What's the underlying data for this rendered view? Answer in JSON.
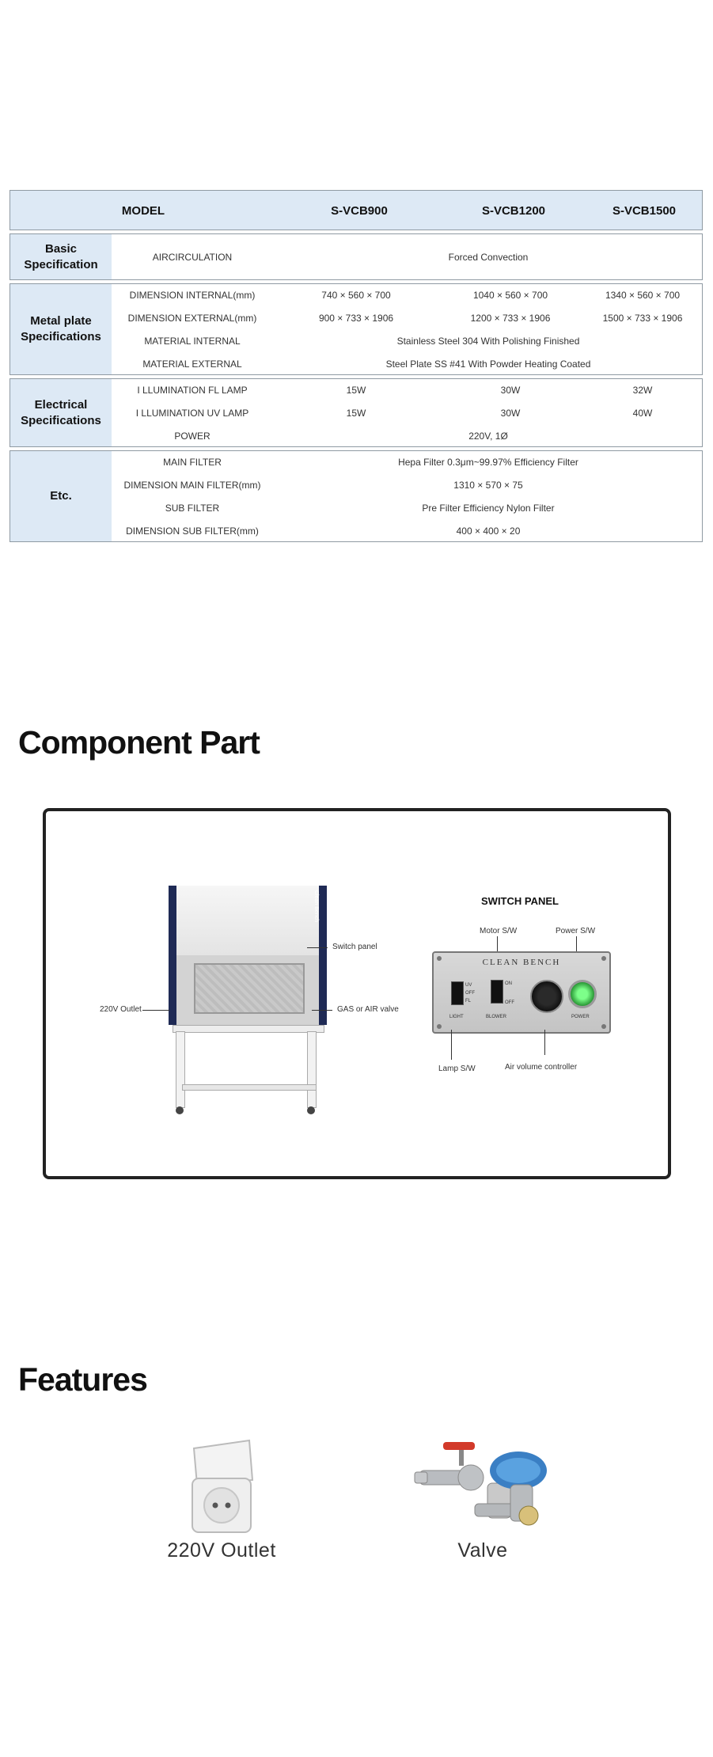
{
  "spec_table": {
    "header": {
      "label": "MODEL",
      "models": [
        "S-VCB900",
        "S-VCB1200",
        "S-VCB1500"
      ]
    },
    "groups": [
      {
        "title": "Basic Specification",
        "rows": [
          {
            "label": "AIRCIRCULATION",
            "value": "Forced Convection"
          }
        ]
      },
      {
        "title": "Metal plate Specifications",
        "rows": [
          {
            "label": "DIMENSION INTERNAL(mm)",
            "values": [
              "740 × 560 × 700",
              "1040 × 560 × 700",
              "1340 × 560 × 700"
            ]
          },
          {
            "label": "DIMENSION EXTERNAL(mm)",
            "values": [
              "900 × 733 × 1906",
              "1200 × 733 × 1906",
              "1500 × 733 × 1906"
            ]
          },
          {
            "label": "MATERIAL INTERNAL",
            "value": "Stainless Steel 304 With Polishing Finished"
          },
          {
            "label": "MATERIAL EXTERNAL",
            "value": "Steel Plate SS #41 With Powder Heating Coated"
          }
        ]
      },
      {
        "title": "Electrical Specifications",
        "rows": [
          {
            "label": "I LLUMINATION FL LAMP",
            "values": [
              "15W",
              "30W",
              "32W"
            ]
          },
          {
            "label": "I LLUMINATION UV LAMP",
            "values": [
              "15W",
              "30W",
              "40W"
            ]
          },
          {
            "label": "POWER",
            "value": "220V, 1Ø"
          }
        ]
      },
      {
        "title": "Etc.",
        "rows": [
          {
            "label": "MAIN FILTER",
            "value": "Hepa Filter 0.3μm~99.97% Efficiency Filter"
          },
          {
            "label": "DIMENSION MAIN FILTER(mm)",
            "value": "1310 × 570 × 75"
          },
          {
            "label": "SUB FILTER",
            "value": "Pre Filter Efficiency Nylon Filter"
          },
          {
            "label": "DIMENSION SUB FILTER(mm)",
            "value": "400 × 400 × 20"
          }
        ]
      }
    ]
  },
  "component_section": {
    "title": "Component Part",
    "cabinet": {
      "brand_text": "Clean Bench",
      "annotations": {
        "switch_panel": "Switch panel",
        "outlet": "220V Outlet",
        "gas_valve": "GAS or AIR valve"
      }
    },
    "switch_panel": {
      "title": "SWITCH PANEL",
      "plate_text": "CLEAN BENCH",
      "annotations": {
        "motor": "Motor S/W",
        "power": "Power S/W",
        "lamp": "Lamp S/W",
        "air": "Air volume controller"
      },
      "labels": {
        "light": "LIGHT",
        "blower": "BLOWER",
        "power": "POWER",
        "uv": "UV",
        "off": "OFF",
        "fl": "FL",
        "on": "ON"
      }
    }
  },
  "features_section": {
    "title": "Features",
    "items": [
      {
        "caption": "220V Outlet",
        "icon": "outlet-icon"
      },
      {
        "caption": "Valve",
        "icon": "valve-icon"
      }
    ]
  }
}
